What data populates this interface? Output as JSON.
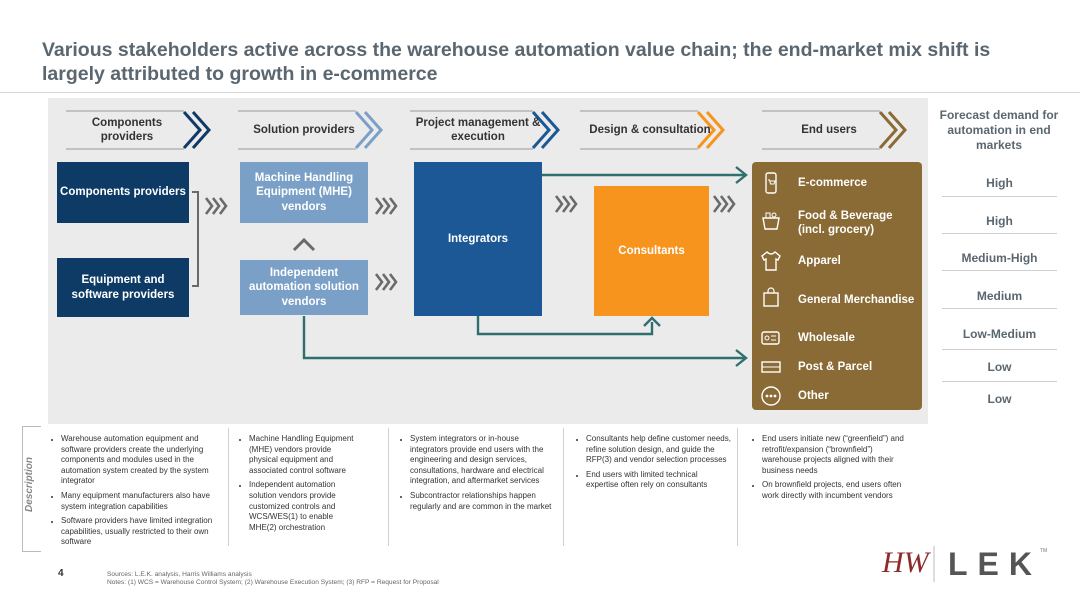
{
  "title": "Various stakeholders active across the warehouse automation value chain; the end-market mix shift is largely attributed to growth in e-commerce",
  "headers": [
    "Components providers",
    "Solution providers",
    "Project management & execution",
    "Design & consultation",
    "End users"
  ],
  "boxes": {
    "components": "Components providers",
    "equipment_software": "Equipment and software providers",
    "mhe": "Machine Handling Equipment (MHE) vendors",
    "independent": "Independent automation solution vendors",
    "integrators": "Integrators",
    "consultants": "Consultants"
  },
  "end_markets": [
    "E-commerce",
    "Food & Beverage (incl. grocery)",
    "Apparel",
    "General Merchandise",
    "Wholesale",
    "Post & Parcel",
    "Other"
  ],
  "forecast": {
    "heading": "Forecast demand for automation in end markets",
    "values": [
      "High",
      "High",
      "Medium-High",
      "Medium",
      "Low-Medium",
      "Low",
      "Low"
    ]
  },
  "description_label": "Description",
  "descriptions": [
    [
      "Warehouse automation equipment and software providers create the underlying components and modules used in the automation system created by the system integrator",
      "Many equipment manufacturers also have system integration capabilities",
      "Software providers have limited integration capabilities, usually restricted to their own software"
    ],
    [
      "Machine Handling Equipment (MHE) vendors provide physical equipment and associated control software",
      "Independent automation solution vendors provide customized controls and WCS/WES(1) to enable MHE(2) orchestration"
    ],
    [
      "System integrators or in-house integrators provide end users with the engineering and design services, consultations, hardware and electrical integration, and aftermarket services",
      "Subcontractor relationships happen regularly and are common in the market"
    ],
    [
      "Consultants help define customer needs, refine solution design, and guide the RFP(3) and vendor selection processes",
      "End users with limited technical expertise often rely on consultants"
    ],
    [
      "End users initiate new (“greenfield”) and retrofit/expansion (“brownfield”) warehouse projects aligned with their business needs",
      "On brownfield projects, end users often work directly with incumbent vendors"
    ]
  ],
  "page_number": "4",
  "sources": "Sources: L.E.K. analysis, Harris Williams analysis",
  "notes": "Notes: (1) WCS = Warehouse Control System; (2) Warehouse Execution System; (3) RFP = Request for Proposal",
  "logo": {
    "hw": "HW",
    "lek": "LEK",
    "tm": "TM"
  },
  "colors": {
    "navy": "#0e3a66",
    "light_blue": "#7ba0c7",
    "mid_blue": "#1c5895",
    "orange": "#f7941d",
    "brown": "#8a6a35",
    "teal": "#2f6f6e",
    "lek_green": "#2eae4f"
  }
}
